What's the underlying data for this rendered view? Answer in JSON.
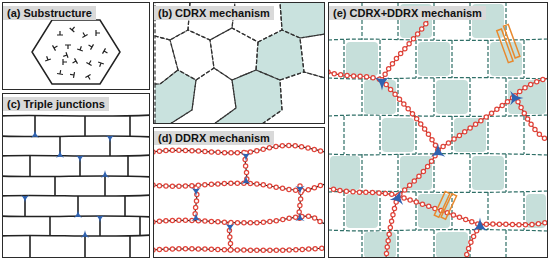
{
  "diagram": {
    "nodes": [
      {
        "text": [
          "(a) Substructure"
        ]
      },
      {
        "text": [
          "(b) CDRX mechanism"
        ]
      },
      {
        "text": [
          "(c) Triple junctions"
        ]
      },
      {
        "text": [
          "(d) DDRX mechanism"
        ]
      },
      {
        "text": [
          "(e) CDRX+DDRX mechanism"
        ]
      }
    ]
  }
}
